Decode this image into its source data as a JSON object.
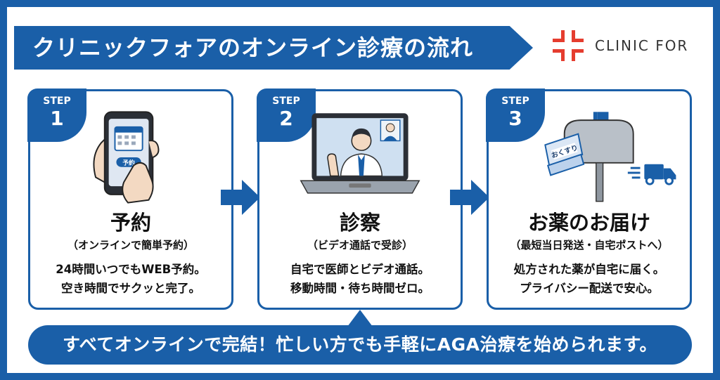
{
  "header": {
    "title": "クリニックフォアのオンライン診療の流れ",
    "logo_text": "CLINIC FOR",
    "logo_icon": "clinic-cross-logo",
    "accent_color": "#1a5fa8",
    "logo_color": "#e53d2f"
  },
  "steps": [
    {
      "step_label": "STEP",
      "step_number": "1",
      "icon": "smartphone-calendar-icon",
      "button_text": "予約",
      "title": "予約",
      "subtitle": "（オンラインで簡単予約）",
      "desc_line1": "24時間いつでもWEB予約。",
      "desc_line2": "空き時間でサクッと完了。"
    },
    {
      "step_label": "STEP",
      "step_number": "2",
      "icon": "laptop-doctor-video-icon",
      "title": "診察",
      "subtitle": "（ビデオ通話で受診）",
      "desc_line1": "自宅で医師とビデオ通話。",
      "desc_line2": "移動時間・待ち時間ゼロ。"
    },
    {
      "step_label": "STEP",
      "step_number": "3",
      "icon": "mailbox-delivery-icon",
      "package_label": "おくすり",
      "title": "お薬のお届け",
      "subtitle": "（最短当日発送・自宅ポストへ）",
      "desc_line1": "処方された薬が自宅に届く。",
      "desc_line2": "プライバシー配送で安心。"
    }
  ],
  "footer": {
    "message": "すべてオンラインで完結！忙しい方でも手軽にAGA治療を始められます。"
  }
}
